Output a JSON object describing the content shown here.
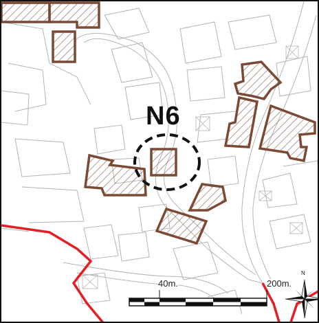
{
  "map": {
    "zone_label": "N6",
    "scale_bar": {
      "label_min": "40m.",
      "label_max": "200m."
    },
    "compass": {
      "north_label": "N"
    },
    "colors": {
      "building_outline": "#7a4a36",
      "hatch": "#8a6a5a",
      "boundary": "#e31e24",
      "highlight_circle": "#111111",
      "base_lines": "#b8b8b8"
    },
    "legend_icons": [
      "north-arrow-icon",
      "scale-bar"
    ]
  }
}
